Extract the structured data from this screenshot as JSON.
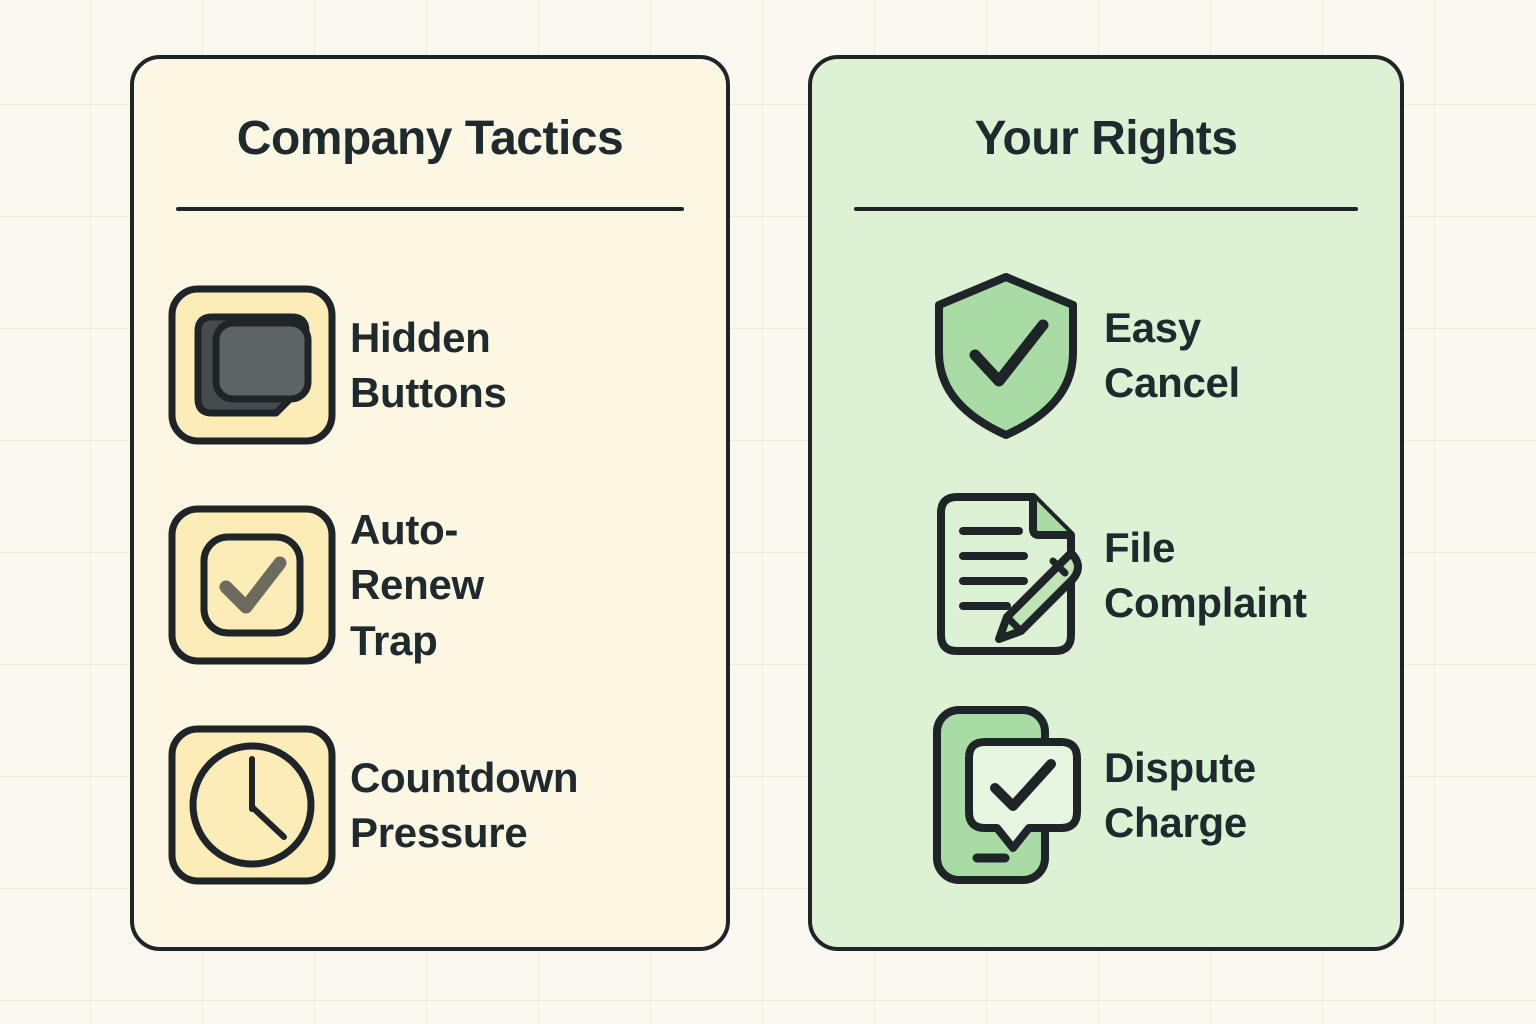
{
  "background": {
    "color": "#faf8ef",
    "grid": "faint-graph-paper"
  },
  "cards": [
    {
      "id": "company-tactics",
      "title": "Company Tactics",
      "background_color": "#fcf7e3",
      "border_color": "#1e2428",
      "tile_color": "#fbecb8",
      "items": [
        {
          "icon": "hidden-buttons-icon",
          "label": "Hidden\nButtons"
        },
        {
          "icon": "checkbox-checked-icon",
          "label": "Auto-\nRenew\nTrap"
        },
        {
          "icon": "clock-icon",
          "label": "Countdown\nPressure"
        }
      ]
    },
    {
      "id": "your-rights",
      "title": "Your Rights",
      "background_color": "#ddf2d4",
      "border_color": "#1e2428",
      "accent_color": "#a8dca4",
      "items": [
        {
          "icon": "shield-check-icon",
          "label": "Easy\nCancel"
        },
        {
          "icon": "document-pencil-icon",
          "label": "File\nComplaint"
        },
        {
          "icon": "phone-chat-check-icon",
          "label": "Dispute\nCharge"
        }
      ]
    }
  ]
}
